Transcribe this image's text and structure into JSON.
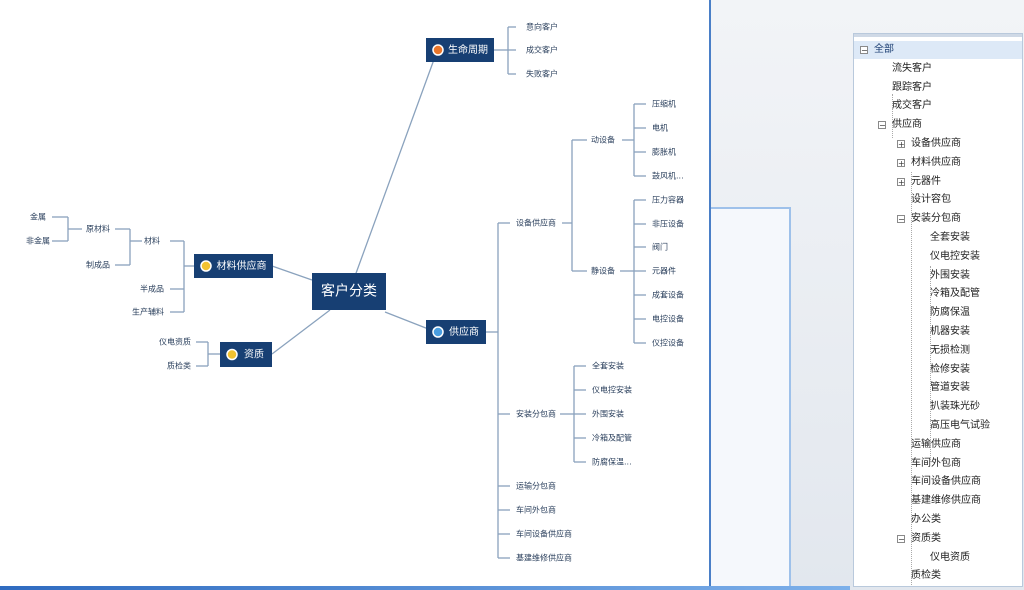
{
  "mindmap": {
    "root": "客户分类",
    "branches": {
      "lifecycle": "生命周期",
      "supplier": "供应商",
      "material_supplier": "材料供应商",
      "qualification": "资质"
    },
    "lifecycle_items": [
      "意向客户",
      "成交客户",
      "失败客户"
    ],
    "supplier_items": {
      "equipment": "设备供应商",
      "dynamic": "动设备",
      "dynamic_items": [
        "压缩机",
        "电机",
        "膨胀机",
        "鼓风机..."
      ],
      "static": "静设备",
      "static_items": [
        "压力容器",
        "非压设备",
        "阀门",
        "元器件",
        "成套设备",
        "电控设备",
        "仪控设备"
      ],
      "install": "安装分包商",
      "install_items": [
        "全套安装",
        "仪电控安装",
        "外围安装",
        "冷箱及配管",
        "防腐保温..."
      ],
      "others": [
        "运输分包商",
        "车间外包商",
        "车间设备供应商",
        "基建维修供应商"
      ]
    },
    "material_items": {
      "raw": "原材料",
      "raw_items": [
        "金属",
        "非金属"
      ],
      "material": "材料",
      "finished": "制成品",
      "semi": "半成品",
      "auxiliary": "生产辅料"
    },
    "qualification_items": [
      "仪电资质",
      "质检类"
    ]
  },
  "tree": {
    "rows": [
      {
        "label": "全部",
        "toggle": "−",
        "level": 0,
        "selected": true
      },
      {
        "label": "流失客户",
        "toggle": "",
        "level": 1
      },
      {
        "label": "跟踪客户",
        "toggle": "",
        "level": 1
      },
      {
        "label": "成交客户",
        "toggle": "",
        "level": 1
      },
      {
        "label": "供应商",
        "toggle": "−",
        "level": 1
      },
      {
        "label": "设备供应商",
        "toggle": "+",
        "level": 2
      },
      {
        "label": "材料供应商",
        "toggle": "+",
        "level": 2
      },
      {
        "label": "元器件",
        "toggle": "+",
        "level": 2
      },
      {
        "label": "设计容包",
        "toggle": "",
        "level": 2
      },
      {
        "label": "安装分包商",
        "toggle": "−",
        "level": 2
      },
      {
        "label": "全套安装",
        "toggle": "",
        "level": 3
      },
      {
        "label": "仪电控安装",
        "toggle": "",
        "level": 3
      },
      {
        "label": "外围安装",
        "toggle": "",
        "level": 3
      },
      {
        "label": "冷箱及配管",
        "toggle": "",
        "level": 3
      },
      {
        "label": "防腐保温",
        "toggle": "",
        "level": 3
      },
      {
        "label": "机器安装",
        "toggle": "",
        "level": 3
      },
      {
        "label": "无损检测",
        "toggle": "",
        "level": 3
      },
      {
        "label": "检修安装",
        "toggle": "",
        "level": 3
      },
      {
        "label": "管道安装",
        "toggle": "",
        "level": 3
      },
      {
        "label": "扒装珠光砂",
        "toggle": "",
        "level": 3
      },
      {
        "label": "高压电气试验",
        "toggle": "",
        "level": 3
      },
      {
        "label": "运输供应商",
        "toggle": "",
        "level": 2
      },
      {
        "label": "车间外包商",
        "toggle": "",
        "level": 2
      },
      {
        "label": "车间设备供应商",
        "toggle": "",
        "level": 2
      },
      {
        "label": "基建维修供应商",
        "toggle": "",
        "level": 2
      },
      {
        "label": "办公类",
        "toggle": "",
        "level": 2
      },
      {
        "label": "资质类",
        "toggle": "−",
        "level": 2
      },
      {
        "label": "仪电资质",
        "toggle": "",
        "level": 3
      },
      {
        "label": "质检类",
        "toggle": "",
        "level": 2
      }
    ]
  },
  "colors": {
    "node": "#173f73",
    "line": "#8aa2bd",
    "accent": "#4a7fc7"
  }
}
